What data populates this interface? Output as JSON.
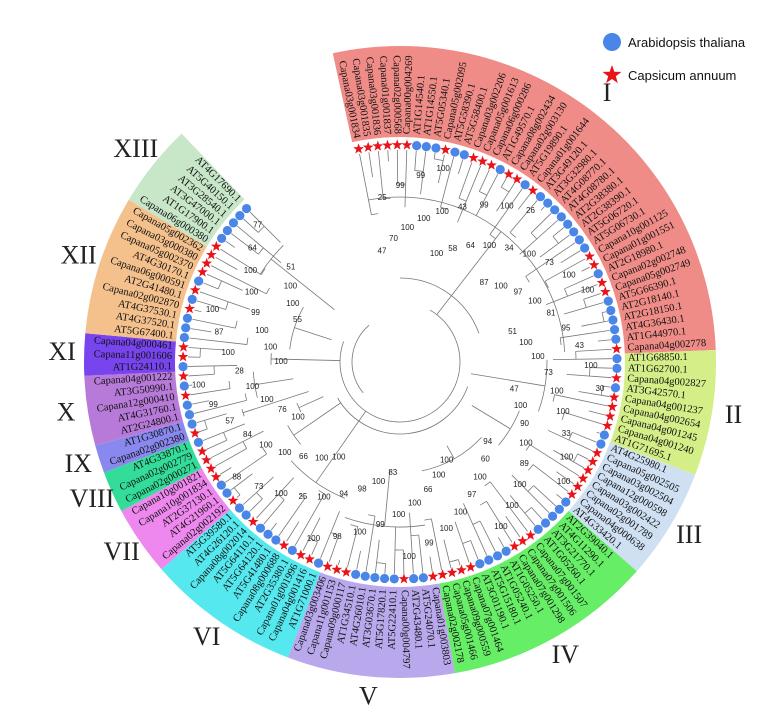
{
  "legend": {
    "items": [
      {
        "label": "Arabidopsis thaliana",
        "marker": "circle",
        "color": "#4a86e8"
      },
      {
        "label": "Capsicum annuum",
        "marker": "star",
        "color": "#e8141a"
      }
    ]
  },
  "colors": {
    "arabidopsis": "#4a86e8",
    "capsicum": "#e8141a",
    "branch": "#777777"
  },
  "clades": [
    {
      "label": "I",
      "color": "#f08c88",
      "leaves": [
        "Capana03g001834",
        "Capana03g001835",
        "Capana03g001836",
        "Capana01g001837",
        "Capana02g000568",
        "Capana00g004269",
        "AT1G14540.1",
        "AT1G14550.1",
        "AT5G05340.1",
        "Capana05g002095",
        "AT5G58390.1",
        "AT5G58400.1",
        "Capana03g002206",
        "Capana05g001613",
        "Capana06g000286",
        "AT1G49570.1",
        "Capana08g002434",
        "Capana02g003130",
        "AT5G19890.1",
        "Capana01g001644",
        "AT3G49120.1",
        "AT3G32980.1",
        "AT4G08770.1",
        "AT4G08780.1",
        "AT2G38380.1",
        "AT2G38390.1",
        "AT5G06720.1",
        "AT5G06730.1",
        "Capana10g001125",
        "Capana01g001551",
        "AT2G18980.1",
        "Capana02g002748",
        "Capana05g002749",
        "AT5G66390.1",
        "AT2G18140.1",
        "AT2G18150.1",
        "AT4G36430.1",
        "AT1G44970.1",
        "Capana04g002778"
      ]
    },
    {
      "label": "II",
      "color": "#d4ee88",
      "leaves": [
        "AT1G68850.1",
        "AT1G62700.1",
        "Capana04g002827",
        "AT3G42570.1",
        "Capana04g001237",
        "Capana04g002654",
        "Capana04g001245",
        "Capana04g001240",
        "AT1G71695.1"
      ]
    },
    {
      "label": "III",
      "color": "#cfe0f3",
      "leaves": [
        "AT4G25980.1",
        "Capana05g002505",
        "Capana03g002504",
        "Capana12g000598",
        "Capana03g002422",
        "Capana02g001789",
        "Capana04g000638",
        "AT4G33420.1"
      ]
    },
    {
      "label": "IV",
      "color": "#66ee66",
      "leaves": [
        "AT2G39040.1",
        "AT4G11290.1",
        "AT3G21770.1",
        "AT1G05260.1",
        "Capana07g001507",
        "Capana07g001506",
        "Capana07g001298",
        "AT1G05250.1",
        "AT1G05240.1",
        "AT5G15180.1",
        "AT3G01190.1",
        "Capana07g001464",
        "Capana09g000559",
        "Capana05g001466",
        "Capana02g002178"
      ]
    },
    {
      "label": "V",
      "color": "#b9a8ec",
      "leaves": [
        "Capana01g003803",
        "AT5G24070.1",
        "AT2G43480.1",
        "Capana00g004797",
        "AT5G22410.1",
        "AT5G17820.1",
        "AT3G03670.1",
        "AT4G26010.1",
        "AT1G34510.1",
        "Capana09g000117",
        "Capana11g001153",
        "Capana03g003406"
      ]
    },
    {
      "label": "VI",
      "color": "#55e8ee",
      "leaves": [
        "AT1G71000.1",
        "Capana04g001416",
        "Capana01g001996",
        "AT2G35380.1",
        "Capana08g000688",
        "AT5G41480.1",
        "AT5G64120.1",
        "AT5G64110.1",
        "Capana08g002014",
        "AT4G26120.1",
        "AT5G39580.1"
      ]
    },
    {
      "label": "VII",
      "color": "#ee88ee",
      "leaves": [
        "Capana02g002192",
        "AT4G21960.1",
        "AT2G37130.1",
        "Capana10g001834",
        "Capana10g001821"
      ]
    },
    {
      "label": "VIII",
      "color": "#33dd99",
      "leaves": [
        "Capana02g000271",
        "Capana02g002779",
        "AT4G33870.1"
      ]
    },
    {
      "label": "IX",
      "color": "#8888ee",
      "leaves": [
        "Capana02g002380",
        "AT1G30870.1"
      ]
    },
    {
      "label": "X",
      "color": "#b87ad8",
      "leaves": [
        "AT2G24800.1",
        "AT4G31760.1",
        "Capana12g000410",
        "AT3G50990.1",
        "Capana04g001222"
      ]
    },
    {
      "label": "XI",
      "color": "#7744ee",
      "leaves": [
        "AT1G24110.1",
        "Capana11g001606",
        "Capana04g000461"
      ]
    },
    {
      "label": "XII",
      "color": "#f4c08c",
      "leaves": [
        "AT5G67400.1",
        "AT4G37520.1",
        "AT4G37530.1",
        "Capana02g002870",
        "AT2G41480.1",
        "Capana06g000591",
        "AT4G30170.1",
        "Capana05g002370",
        "Capana03g000380",
        "Capana05g002362"
      ]
    },
    {
      "label": "XIII",
      "color": "#c8e6c8",
      "leaves": [
        "Capana06g000380",
        "AT1G17900.1",
        "AT3G47000.1",
        "AT3G28540.1",
        "AT5G40150.1",
        "AT4G17690.1"
      ]
    }
  ],
  "bootstrap_values": [
    "47",
    "25",
    "70",
    "99",
    "100",
    "99",
    "100",
    "100",
    "100",
    "100",
    "43",
    "58",
    "99",
    "64",
    "100",
    "100",
    "26",
    "34",
    "87",
    "100",
    "100",
    "73",
    "97",
    "100",
    "100",
    "100",
    "81",
    "51",
    "95",
    "100",
    "43",
    "100",
    "100",
    "73",
    "30",
    "100",
    "47",
    "100",
    "100",
    "33",
    "90",
    "100",
    "100",
    "100",
    "89",
    "94",
    "100",
    "60",
    "100",
    "100",
    "100",
    "97",
    "100",
    "100",
    "100",
    "100",
    "66",
    "99",
    "100",
    "100",
    "100",
    "83",
    "99",
    "100",
    "100",
    "98",
    "98",
    "94",
    "100",
    "100",
    "100",
    "25",
    "100",
    "100",
    "66",
    "73",
    "100",
    "88",
    "100",
    "100",
    "84",
    "76",
    "57",
    "100",
    "99",
    "100",
    "100",
    "28",
    "100",
    "100",
    "100",
    "87",
    "100",
    "100",
    "99",
    "55",
    "100",
    "100",
    "100",
    "100",
    "64",
    "51",
    "77"
  ]
}
